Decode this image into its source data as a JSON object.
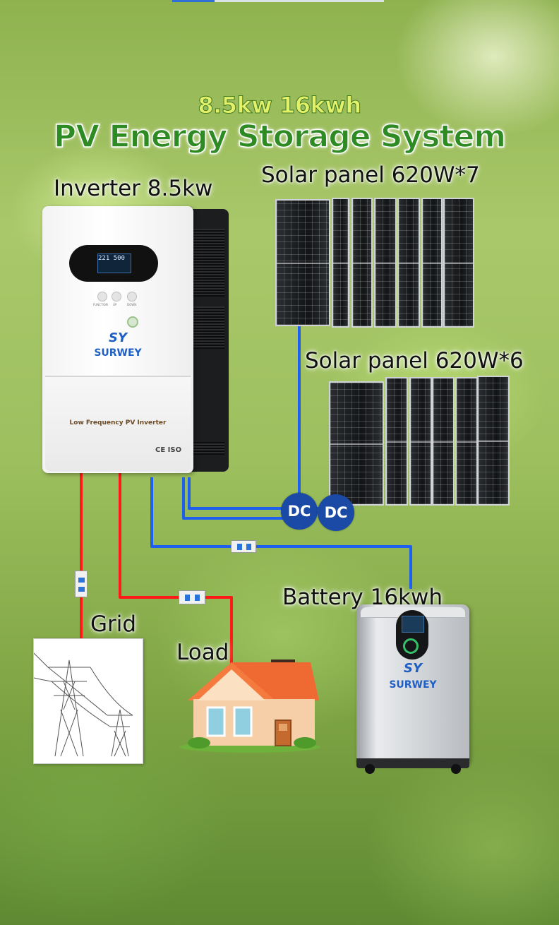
{
  "title": {
    "top": "8.5kw 16kwh",
    "main": "PV Energy Storage System"
  },
  "labels": {
    "inverter": "Inverter 8.5kw",
    "solar_panel_1": "Solar panel  620W*7",
    "solar_panel_2": "Solar panel  620W*6",
    "battery": "Battery 16kwh",
    "grid": "Grid",
    "load": "Load"
  },
  "connectors": {
    "dc_1": "DC",
    "dc_2": "DC"
  },
  "inverter": {
    "lcd_line1": "221 500",
    "button_labels": [
      "FUNCTION",
      "UP",
      "DOWN"
    ],
    "logo": "SY",
    "brand": "SURWEY",
    "model": "Low Frequency PV Inverter",
    "cert": "CE ISO"
  },
  "battery_unit": {
    "logo": "SY",
    "brand": "SURWEY"
  },
  "colors": {
    "ac_wire": "#ff1a1a",
    "dc_wire": "#1f5ff0",
    "dc_badge": "#1a4aa6",
    "brand": "#1f5fc4",
    "title_main": "#2e8a23",
    "title_top": "#e2f06a"
  },
  "icons": {
    "inverter": "inverter-icon",
    "solar_panel": "solar-panel-icon",
    "breaker": "circuit-breaker-icon",
    "grid": "transmission-tower-icon",
    "load": "house-icon",
    "battery": "battery-icon"
  }
}
